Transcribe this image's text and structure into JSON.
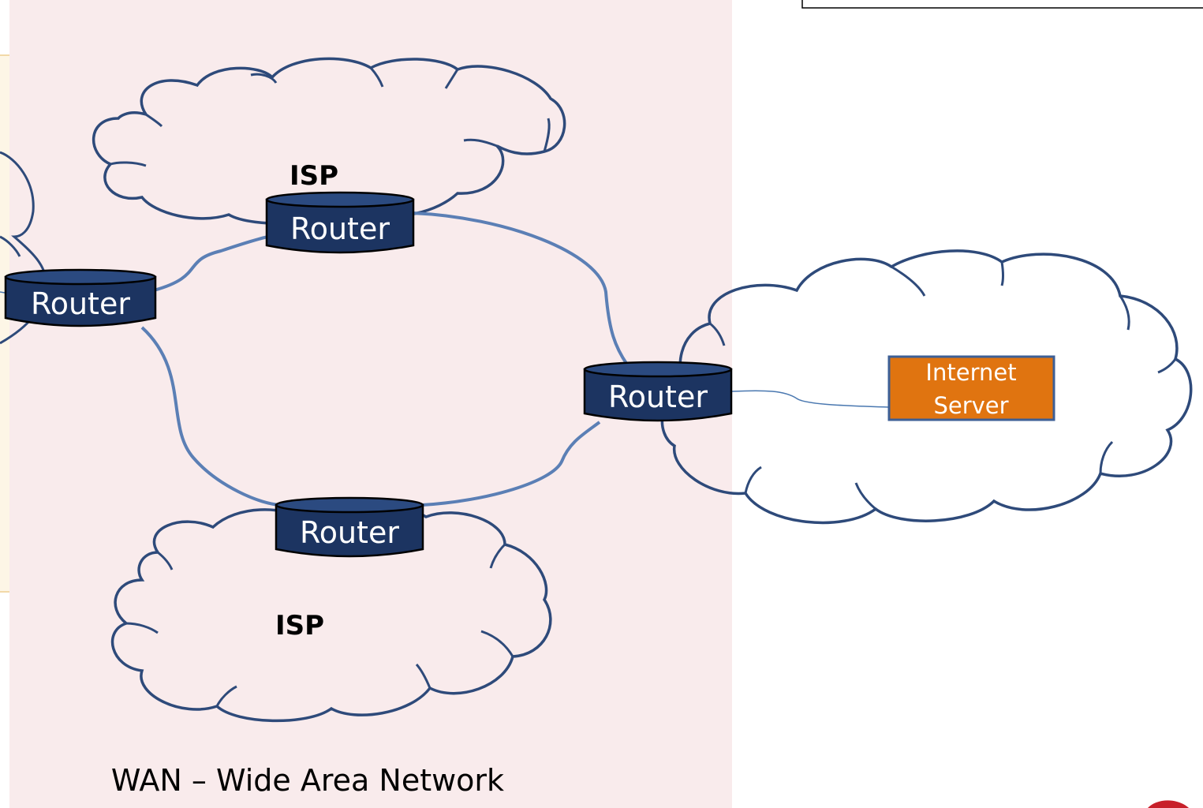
{
  "colors": {
    "wan_region": "#f9ebec",
    "lan_region": "#fdf6e6",
    "lan_border": "#f2d9a8",
    "cloud_stroke": "#2e4a7a",
    "link": "#5b7fb5",
    "router_fill": "#1c3461",
    "router_top": "#2b4a80",
    "router_text": "#ffffff",
    "server_fill": "#e07410",
    "server_border": "#3d5f96",
    "thin_link": "#4a78b0"
  },
  "diagram": {
    "routers": [
      {
        "id": "router-left",
        "label": "Router"
      },
      {
        "id": "router-top",
        "label": "Router"
      },
      {
        "id": "router-right",
        "label": "Router"
      },
      {
        "id": "router-bottom",
        "label": "Router"
      }
    ],
    "isp_top": "ISP",
    "isp_bottom": "ISP",
    "server_line1": "Internet",
    "server_line2": "Server",
    "wan_caption": "WAN – Wide Area Network"
  }
}
